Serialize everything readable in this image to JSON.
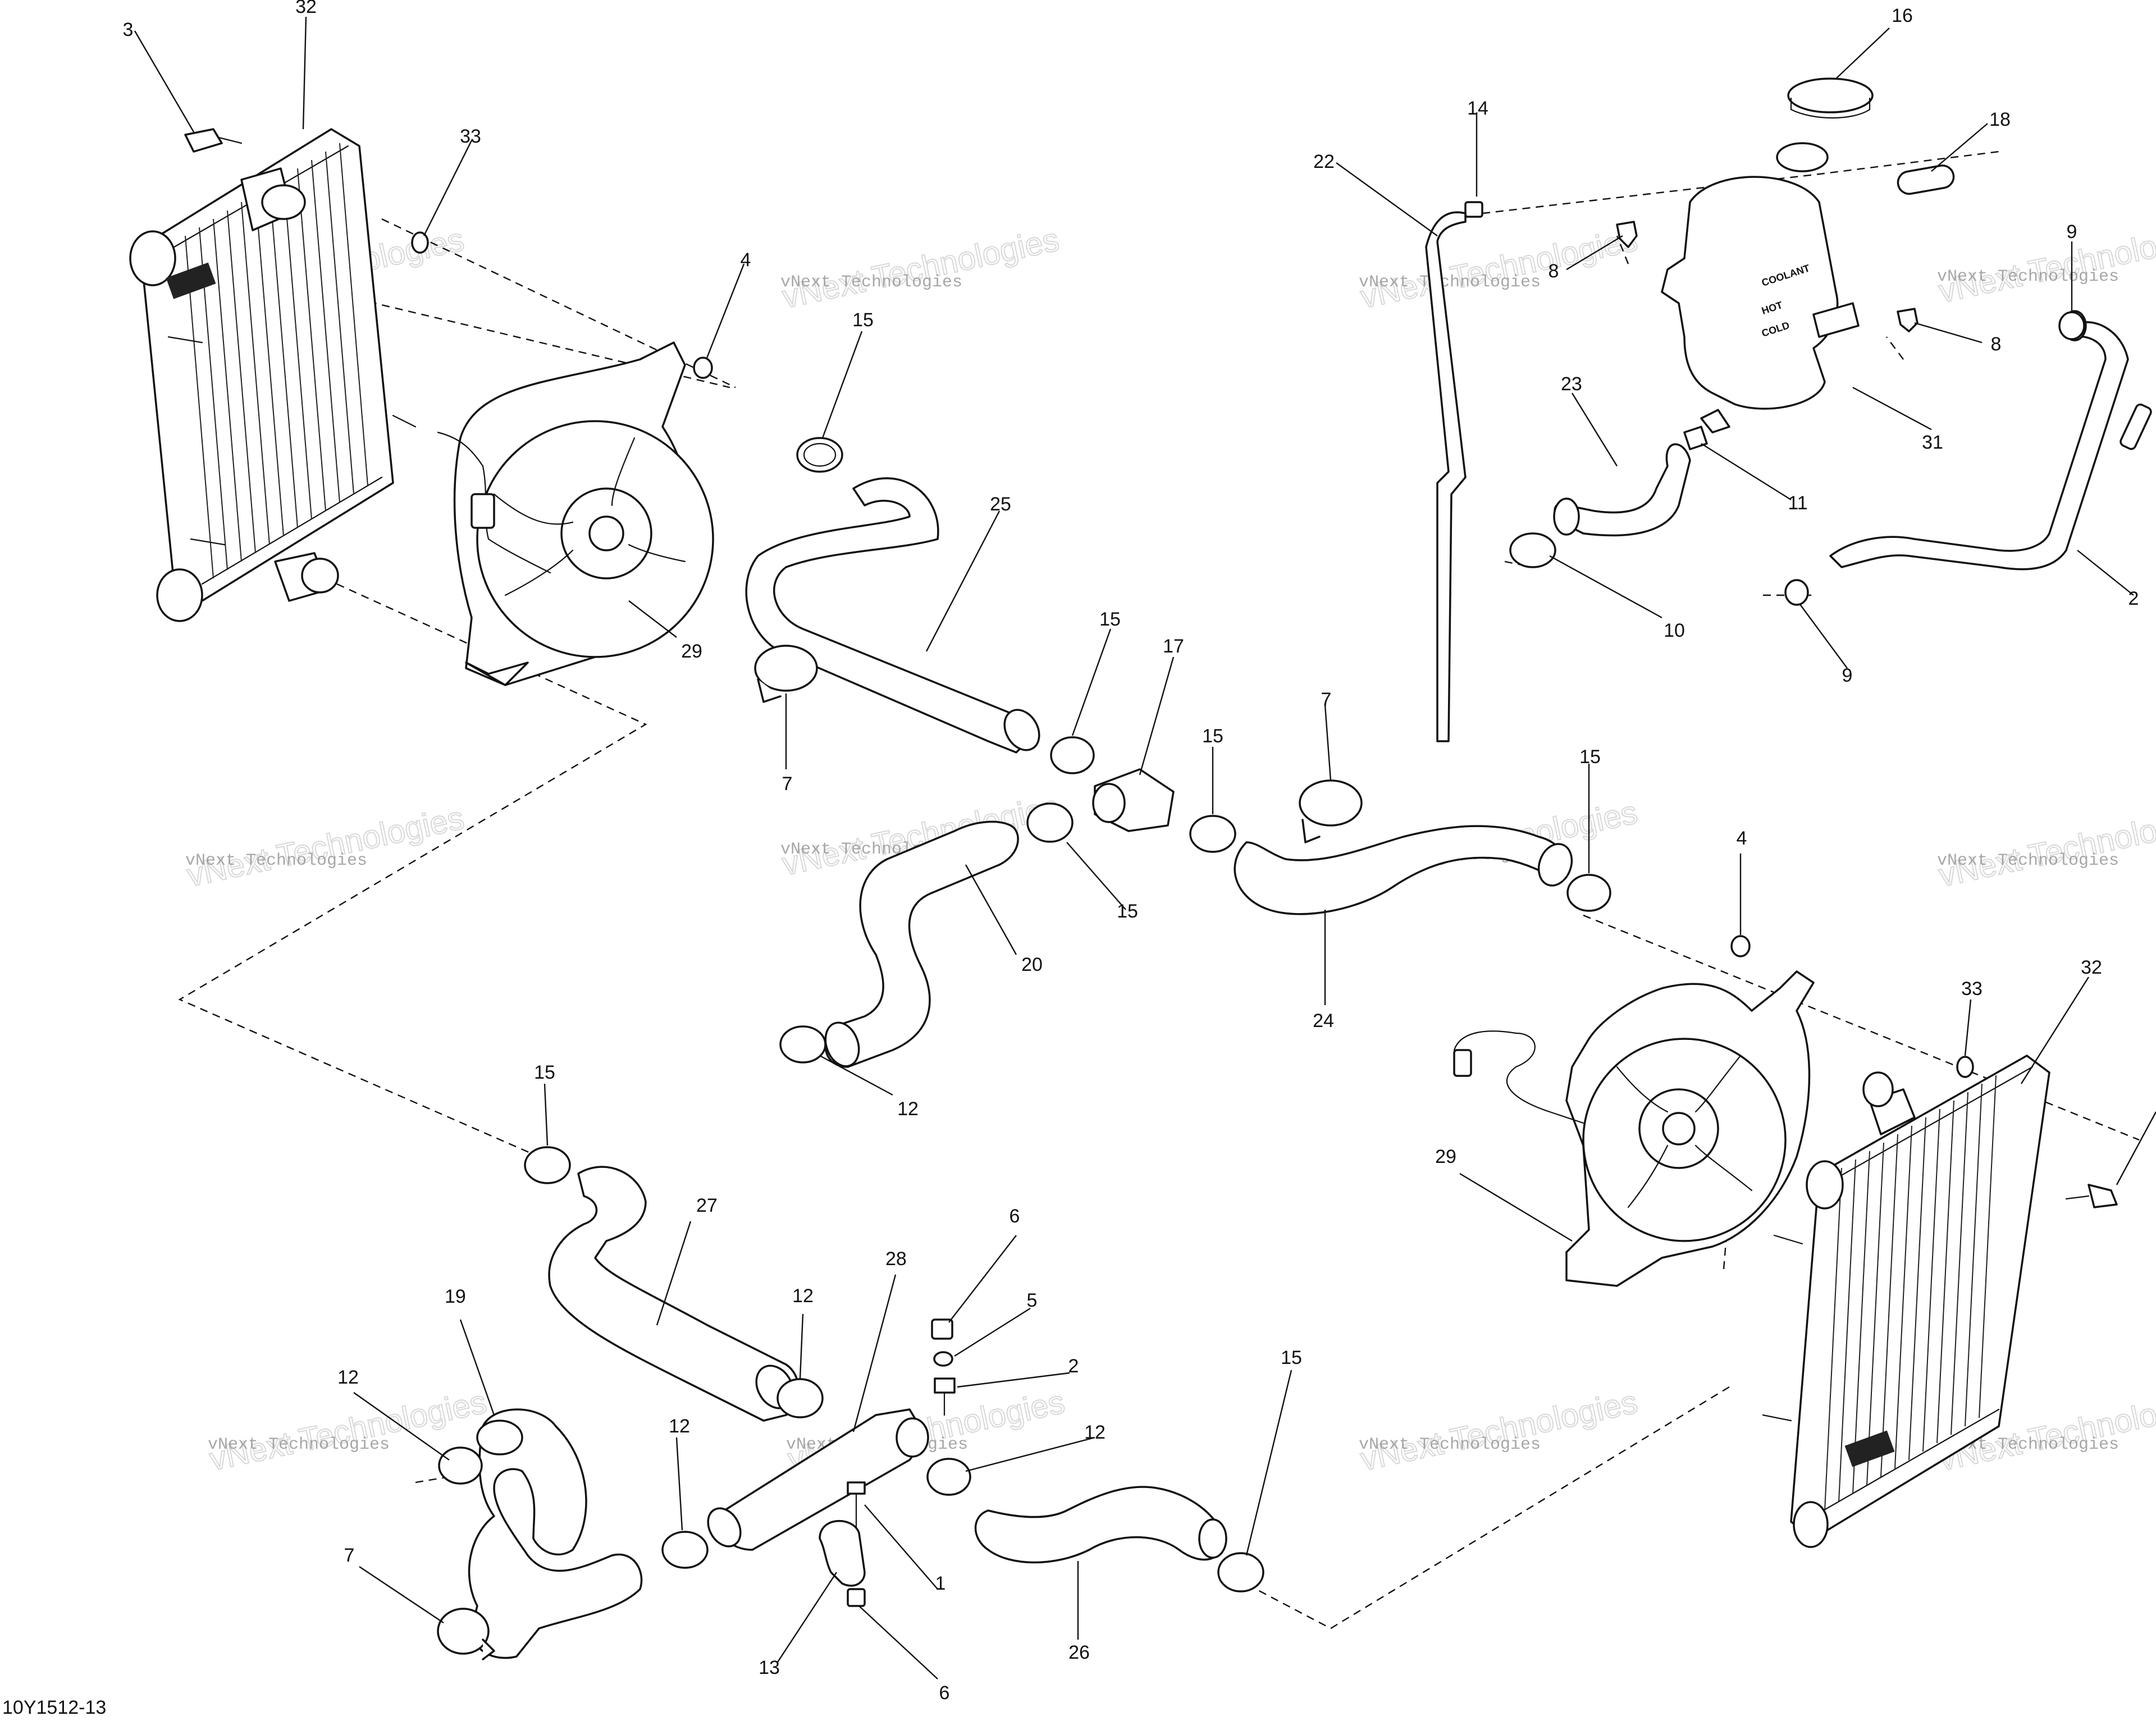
{
  "drawing_id": "10Y1512-13",
  "watermark": {
    "line1": "vNext Technologies",
    "line2": "vNext Technologies"
  },
  "tank_labels": {
    "coolant": "COOLANT",
    "hot": "HOT",
    "cold": "COLD"
  },
  "callouts": [
    {
      "id": "c1",
      "label": "1"
    },
    {
      "id": "c2",
      "label": "2"
    },
    {
      "id": "c2b",
      "label": "2"
    },
    {
      "id": "c3",
      "label": "3"
    },
    {
      "id": "c4a",
      "label": "4"
    },
    {
      "id": "c4b",
      "label": "4"
    },
    {
      "id": "c5",
      "label": "5"
    },
    {
      "id": "c6a",
      "label": "6"
    },
    {
      "id": "c6b",
      "label": "6"
    },
    {
      "id": "c7a",
      "label": "7"
    },
    {
      "id": "c7b",
      "label": "7"
    },
    {
      "id": "c7c",
      "label": "7"
    },
    {
      "id": "c8a",
      "label": "8"
    },
    {
      "id": "c8b",
      "label": "8"
    },
    {
      "id": "c9a",
      "label": "9"
    },
    {
      "id": "c9b",
      "label": "9"
    },
    {
      "id": "c10",
      "label": "10"
    },
    {
      "id": "c11",
      "label": "11"
    },
    {
      "id": "c12a",
      "label": "12"
    },
    {
      "id": "c12b",
      "label": "12"
    },
    {
      "id": "c12c",
      "label": "12"
    },
    {
      "id": "c12d",
      "label": "12"
    },
    {
      "id": "c12e",
      "label": "12"
    },
    {
      "id": "c13",
      "label": "13"
    },
    {
      "id": "c14",
      "label": "14"
    },
    {
      "id": "c15a",
      "label": "15"
    },
    {
      "id": "c15b",
      "label": "15"
    },
    {
      "id": "c15c",
      "label": "15"
    },
    {
      "id": "c15d",
      "label": "15"
    },
    {
      "id": "c15e",
      "label": "15"
    },
    {
      "id": "c15f",
      "label": "15"
    },
    {
      "id": "c15g",
      "label": "15"
    },
    {
      "id": "c16",
      "label": "16"
    },
    {
      "id": "c17",
      "label": "17"
    },
    {
      "id": "c18",
      "label": "18"
    },
    {
      "id": "c19",
      "label": "19"
    },
    {
      "id": "c20",
      "label": "20"
    },
    {
      "id": "c22",
      "label": "22"
    },
    {
      "id": "c23",
      "label": "23"
    },
    {
      "id": "c24",
      "label": "24"
    },
    {
      "id": "c25",
      "label": "25"
    },
    {
      "id": "c26",
      "label": "26"
    },
    {
      "id": "c27",
      "label": "27"
    },
    {
      "id": "c28",
      "label": "28"
    },
    {
      "id": "c29a",
      "label": "29"
    },
    {
      "id": "c29b",
      "label": "29"
    },
    {
      "id": "c31",
      "label": "31"
    },
    {
      "id": "c32a",
      "label": "32"
    },
    {
      "id": "c32b",
      "label": "32"
    },
    {
      "id": "c33a",
      "label": "33"
    },
    {
      "id": "c33b",
      "label": "33"
    }
  ]
}
